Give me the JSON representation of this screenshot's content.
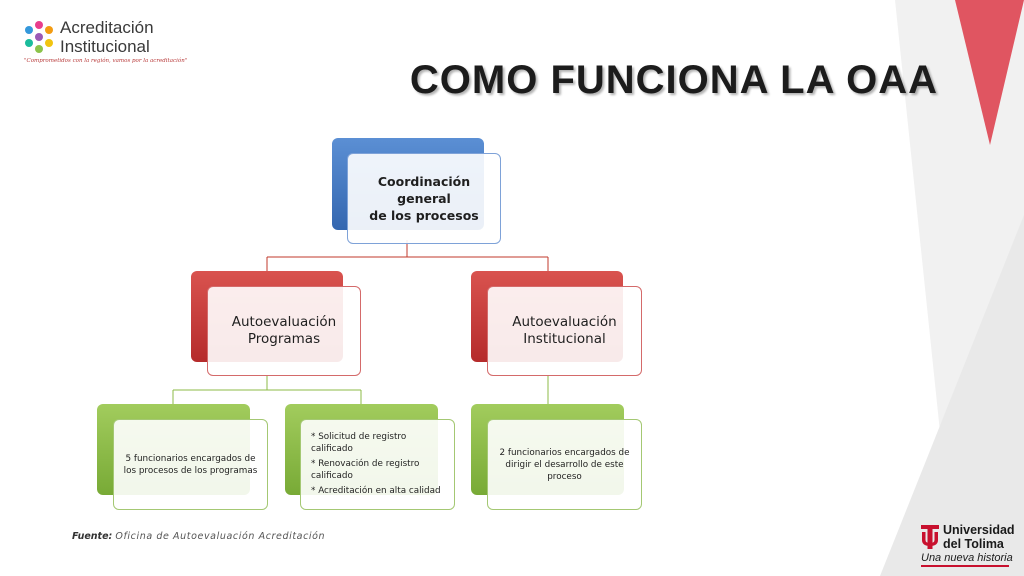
{
  "colors": {
    "accent_red": "#c8102e",
    "node_blue": "#3f74c2",
    "node_red": "#c0392b",
    "node_green": "#8cbb47",
    "connector": "#c0392b"
  },
  "logo_acreditacion": {
    "name_line1": "Acreditación",
    "name_line2": "Institucional",
    "tagline": "\"Comprometidos con la región, vamos por la acreditación\"",
    "icon": "people-circle-icon"
  },
  "title": "COMO FUNCIONA LA OAA",
  "diagram": {
    "root": "Coordinación general\nde los procesos",
    "children": [
      {
        "label": "Autoevaluación\nProgramas"
      },
      {
        "label": "Autoevaluación\nInstitucional"
      }
    ],
    "leaves": {
      "programas_1": "5 funcionarios encargados de\nlos procesos de los programas",
      "programas_2_items": [
        "* Solicitud de registro calificado",
        "* Renovación de registro calificado",
        "* Acreditación en alta calidad"
      ],
      "institucional_1": "2 funcionarios encargados de\ndirigir el desarrollo de este\nproceso"
    }
  },
  "source": {
    "label": "Fuente:",
    "value": "Oficina de Autoevaluación  Acreditación"
  },
  "logo_ut": {
    "line1": "Universidad",
    "line2": "del Tolima",
    "slogan": "Una nueva historia",
    "icon": "ut-emblem-icon"
  }
}
